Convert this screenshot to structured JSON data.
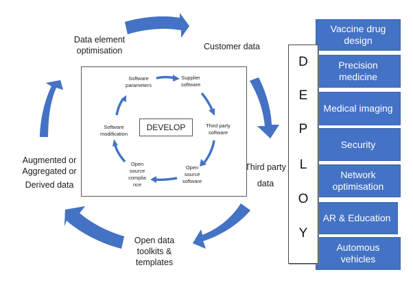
{
  "colors": {
    "accent": "#4472c4",
    "border": "#555555"
  },
  "outer_cycle": {
    "labels": {
      "data_element": "Data element optimisation",
      "data_element_l1": "Data element",
      "data_element_l2": "optimisation",
      "customer": "Customer data",
      "third_party_l1": "Third party",
      "third_party_l2": "data",
      "open_data_l1": "Open data",
      "open_data_l2": "toolkits &",
      "open_data_l3": "templates",
      "augmented_l1": "Augmented or",
      "augmented_l2": "Aggregated or",
      "augmented_l3": "Derived data"
    }
  },
  "develop": {
    "title": "DEVELOP",
    "nodes": {
      "sw_params_l1": "Software",
      "sw_params_l2": "parameters",
      "supplier_l1": "Supplier",
      "supplier_l2": "software",
      "third_l1": "Third party",
      "third_l2": "software",
      "oss_l1": "Open",
      "oss_l2": "source",
      "oss_l3": "software",
      "osc_l1": "Open",
      "osc_l2": "source",
      "osc_l3": "complia",
      "osc_l4": "nce",
      "mod_l1": "Software",
      "mod_l2": "modification"
    }
  },
  "deploy": {
    "letters": [
      "D",
      "E",
      "P",
      "L",
      "O",
      "Y"
    ],
    "applications": [
      {
        "l1": "Vaccine drug",
        "l2": "design"
      },
      {
        "l1": "Precision",
        "l2": "medicine"
      },
      {
        "l1": "Medical imaging",
        "l2": ""
      },
      {
        "l1": "Security",
        "l2": ""
      },
      {
        "l1": "Network",
        "l2": "optimisation"
      },
      {
        "l1": "AR & Education",
        "l2": ""
      },
      {
        "l1": "Automous",
        "l2": "vehicles"
      }
    ]
  }
}
